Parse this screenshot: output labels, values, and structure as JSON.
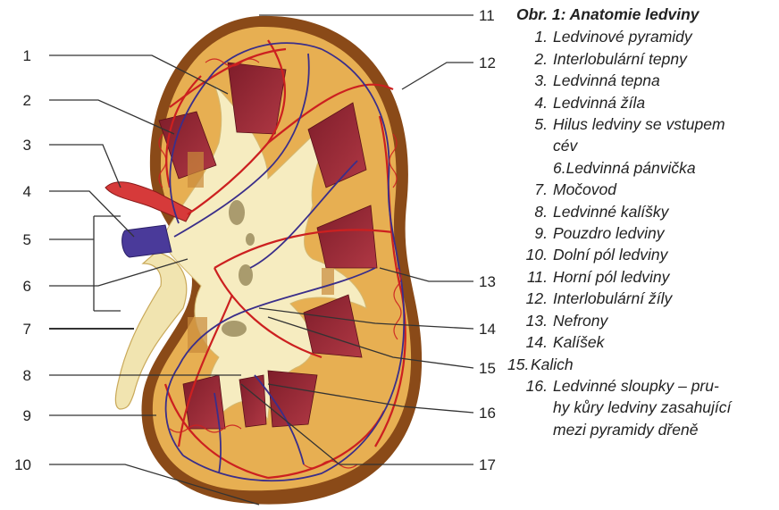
{
  "caption": {
    "title": "Obr. 1: Anatomie ledviny",
    "items": [
      {
        "num": "1.",
        "text": "Ledvinové pyramidy"
      },
      {
        "num": "2.",
        "text": "Interlobulární tepny"
      },
      {
        "num": "3.",
        "text": "Ledvinná tepna"
      },
      {
        "num": "4.",
        "text": "Ledvinná žíla"
      },
      {
        "num": "5.",
        "text": "Hilus ledviny se vstupem"
      },
      {
        "num": "",
        "text": "cév"
      },
      {
        "num": "",
        "text": "6.Ledvinná pánvička"
      },
      {
        "num": "7.",
        "text": "Močovod"
      },
      {
        "num": "8.",
        "text": "Ledvinné kalíšky"
      },
      {
        "num": "9.",
        "text": "Pouzdro ledviny"
      },
      {
        "num": "10.",
        "text": "Dolní pól ledviny"
      },
      {
        "num": "11.",
        "text": "Horní pól ledviny"
      },
      {
        "num": "12.",
        "text": "Interlobulární žíly"
      },
      {
        "num": "13.",
        "text": "Nefrony"
      },
      {
        "num": "14.",
        "text": "Kalíšek"
      },
      {
        "num": "15.",
        "text": "Kalich"
      },
      {
        "num": "16.",
        "text": "Ledvinné sloupky – pru-"
      },
      {
        "num": "",
        "text": "hy kůry ledviny zasahující"
      },
      {
        "num": "",
        "text": "mezi pyramidy dřeně"
      }
    ]
  },
  "labels": {
    "left": [
      "1",
      "2",
      "3",
      "4",
      "5",
      "6",
      "7",
      "8",
      "9",
      "10"
    ],
    "right": [
      "11",
      "12",
      "13",
      "14",
      "15",
      "16",
      "17"
    ]
  },
  "colors": {
    "capsule": "#8a4a18",
    "cortex": "#e8b050",
    "medulla_pyramid": "#9b2b36",
    "pelvis": "#f6ecc0",
    "artery": "#cc2020",
    "vein": "#3a2e8a",
    "renal_vein": "#4a3a9a"
  }
}
